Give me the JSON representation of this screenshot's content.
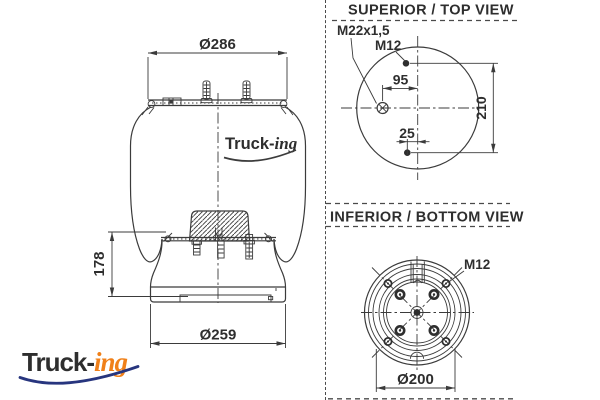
{
  "brand": {
    "watermark": {
      "part1": "Truck-",
      "part2": "ing"
    },
    "footer": {
      "part1": "Truck-",
      "part2": "ing"
    },
    "colors": {
      "navy": "#27357e",
      "orange": "#f08019",
      "gray": "#3c3c3c",
      "line": "#3b3b3b"
    }
  },
  "side_view": {
    "dim_top_diameter": "Ø286",
    "dim_height": "178",
    "dim_bottom_diameter": "Ø259"
  },
  "top_view": {
    "heading": "SUPERIOR / TOP VIEW",
    "label_air_fitting": "M22x1,5",
    "label_bolt": "M12",
    "dim_fitting_offset": "95",
    "dim_bolt_spacing": "210",
    "dim_bolt_offset": "25"
  },
  "bottom_view": {
    "heading": "INFERIOR / BOTTOM VIEW",
    "label_bolt": "M12",
    "dim_bolt_circle": "Ø200"
  }
}
